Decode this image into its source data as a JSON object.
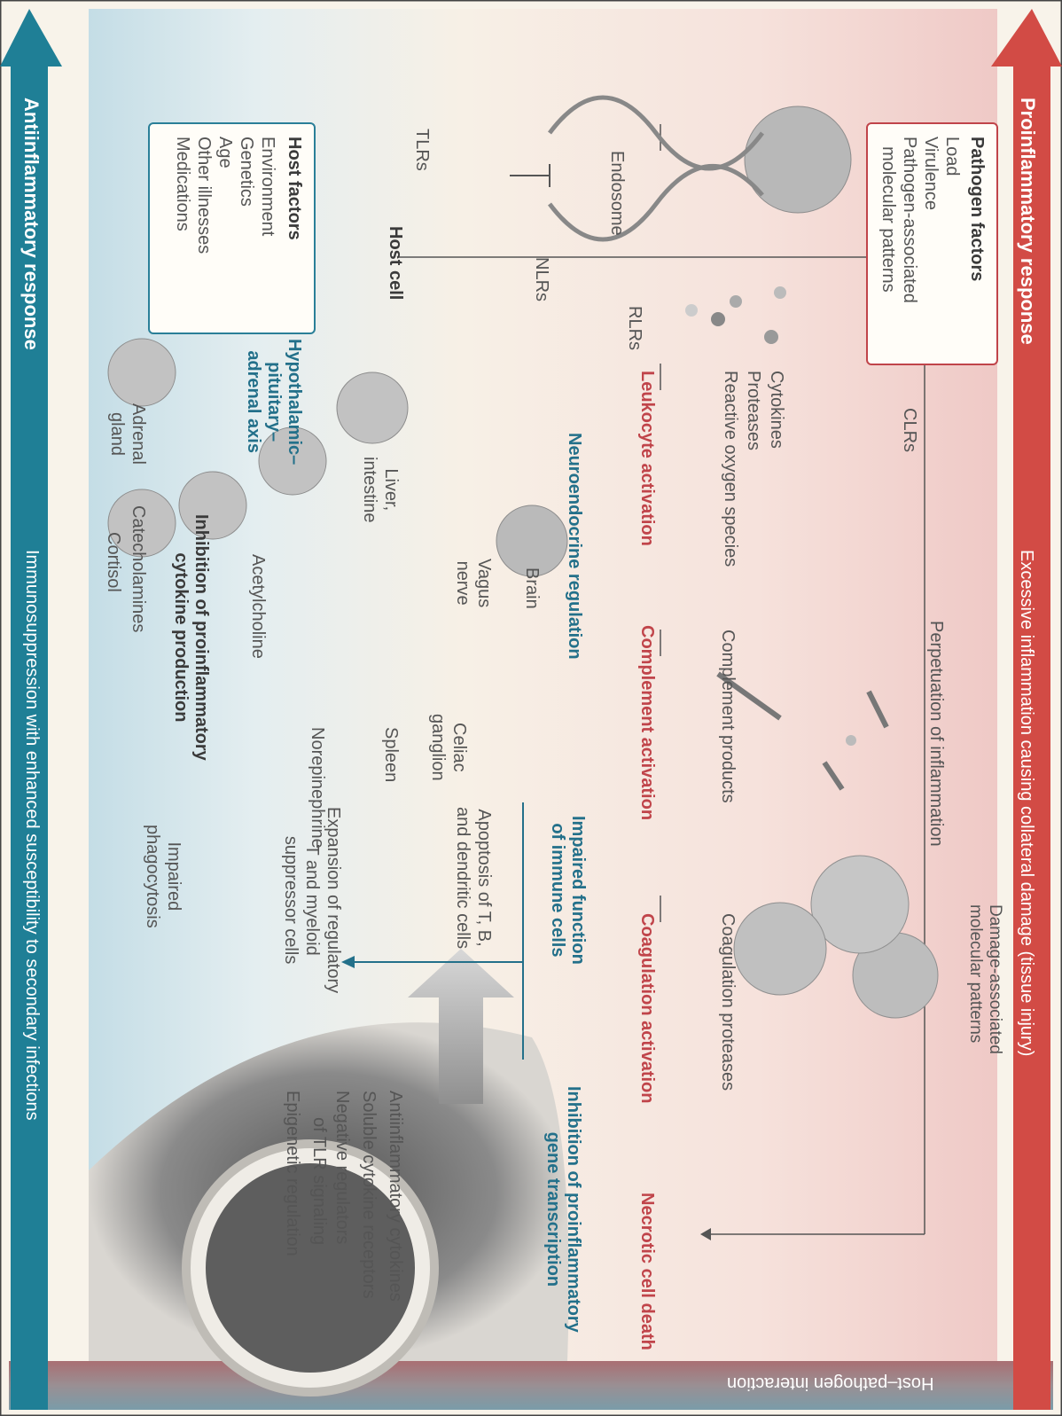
{
  "top_arrow": {
    "label": "Proinflammatory response",
    "sublabel": "Excessive inflammation causing collateral damage (tissue injury)",
    "color": "#d24b45"
  },
  "bottom_arrow": {
    "label": "Antiinflammatory response",
    "sublabel": "Immunosuppression with enhanced susceptibility to secondary infections",
    "color": "#1f7f96"
  },
  "side_band": {
    "label": "Host–pathogen interaction"
  },
  "pathogen_factors": {
    "title": "Pathogen factors",
    "items": [
      "Load",
      "Virulence",
      "Pathogen-associated\n  molecular patterns"
    ]
  },
  "host_factors": {
    "title": "Host factors",
    "items": [
      "Environment",
      "Genetics",
      "Age",
      "Other illnesses",
      "Medications"
    ]
  },
  "host_cell": {
    "label": "Host cell",
    "receptors": {
      "tlrs": "TLRs",
      "clrs": "CLRs",
      "nlrs": "NLRs",
      "rlrs": "RLRs",
      "endosome": "Endosome"
    }
  },
  "pro_columns": {
    "leukocyte": {
      "heading": "Leukocyte activation",
      "items": [
        "Cytokines",
        "Proteases",
        "Reactive oxygen species"
      ]
    },
    "complement": {
      "heading": "Complement activation",
      "item": "Complement products"
    },
    "coagulation": {
      "heading": "Coagulation activation",
      "item": "Coagulation proteases"
    },
    "necrotic": {
      "heading": "Necrotic cell death"
    },
    "perpetuation": "Perpetuation of inflammation",
    "damps": "Damage-associated\nmolecular patterns"
  },
  "anti_sections": {
    "hpa": "Hypothalamic–\npituitary–\nadrenal axis",
    "neuroendocrine": {
      "heading": "Neuroendocrine regulation",
      "brain": "Brain",
      "vagus": "Vagus\nnerve",
      "celiac": "Celiac\nganglion",
      "spleen": "Spleen",
      "liver": "Liver,\nintestine",
      "norepinephrine": "Norepinephrine",
      "acetylcholine": "Acetylcholine",
      "inhibition": "Inhibition of proinflammatory\ncytokine production",
      "adrenal": "Adrenal\ngland",
      "catecholamines": "Catecholamines",
      "cortisol": "Cortisol"
    },
    "immune": {
      "heading": "Impaired function\nof immune cells",
      "apoptosis": "Apoptosis of T, B,\nand dendritic cells",
      "expansion": "Expansion of regulatory\nT and myeloid\nsuppressor cells",
      "phagocytosis": "Impaired\nphagocytosis"
    },
    "transcription": {
      "heading": "Inhibition of proinflammatory\ngene transcription",
      "items": [
        "Antiinflammatory cytokines",
        "Soluble cytokine receptors",
        "Negative regulators",
        "of TLR signaling",
        "Epigenetic regulation"
      ]
    }
  }
}
